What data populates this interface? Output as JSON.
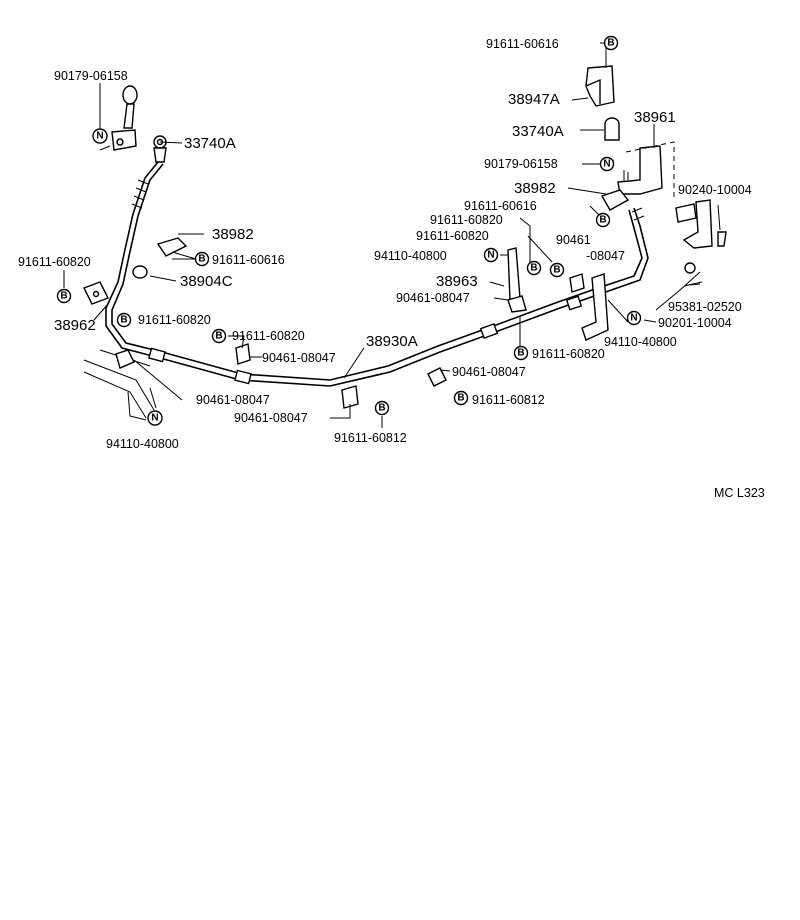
{
  "diagram": {
    "code": "MC L323",
    "labels": {
      "l01": "91611-60616",
      "l02": "90179-06158",
      "l03": "38947A",
      "l04": "33740A",
      "l05": "38961",
      "l06": "33740A",
      "l07": "90179-06158",
      "l08": "38982",
      "l09": "90240-10004",
      "l10": "91611-60616",
      "l11": "91611-60820",
      "l12": "38982",
      "l13": "91611-60820",
      "l14": "90461",
      "l15": "94110-40800",
      "l16": "91611-60616",
      "l17": "-08047",
      "l18": "91611-60820",
      "l19": "38904C",
      "l20": "38963",
      "l21": "90461-08047",
      "l22": "95381-02520",
      "l23": "38962",
      "l24": "91611-60820",
      "l25": "90201-10004",
      "l26": "91611-60820",
      "l27": "38930A",
      "l28": "94110-40800",
      "l29": "90461-08047",
      "l30": "91611-60820",
      "l31": "90461-08047",
      "l32": "90461-08047",
      "l33": "91611-60812",
      "l34": "90461-08047",
      "l35": "94110-40800",
      "l36": "91611-60812"
    },
    "badges": {
      "b_bolt": "B",
      "n_nut": "N"
    }
  }
}
